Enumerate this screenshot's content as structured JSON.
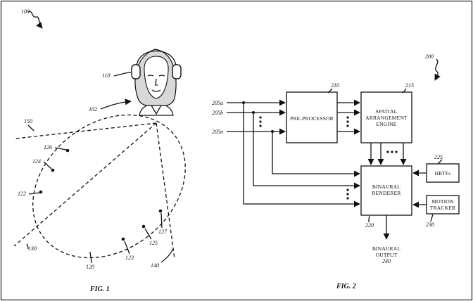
{
  "fig1": {
    "label": "FIG. 1",
    "refs": {
      "r100": "100",
      "r110": "110",
      "r102": "102",
      "r150": "150",
      "r126": "126",
      "r124": "124",
      "r122": "122",
      "r130": "130",
      "r120": "120",
      "r123": "123",
      "r125": "125",
      "r127": "127",
      "r140": "140"
    }
  },
  "fig2": {
    "label": "FIG. 2",
    "refs": {
      "r200": "200",
      "r210": "210",
      "r215": "215",
      "r225": "225",
      "r220": "220",
      "r230": "230",
      "r240": "240"
    },
    "inputs": [
      "205a",
      "205b",
      "205n"
    ],
    "blocks": {
      "preprocessor": "PRE-PROCESSOR",
      "spatial_1": "SPATIAL",
      "spatial_2": "ARRANGEMENT",
      "spatial_3": "ENGINE",
      "hrtfs": "HRTFs",
      "binaural_1": "BINAURAL",
      "binaural_2": "RENDERER",
      "motion_1": "MOTION",
      "motion_2": "TRACKER"
    },
    "output": {
      "line1": "BINAURAL",
      "line2": "OUTPUT"
    }
  }
}
